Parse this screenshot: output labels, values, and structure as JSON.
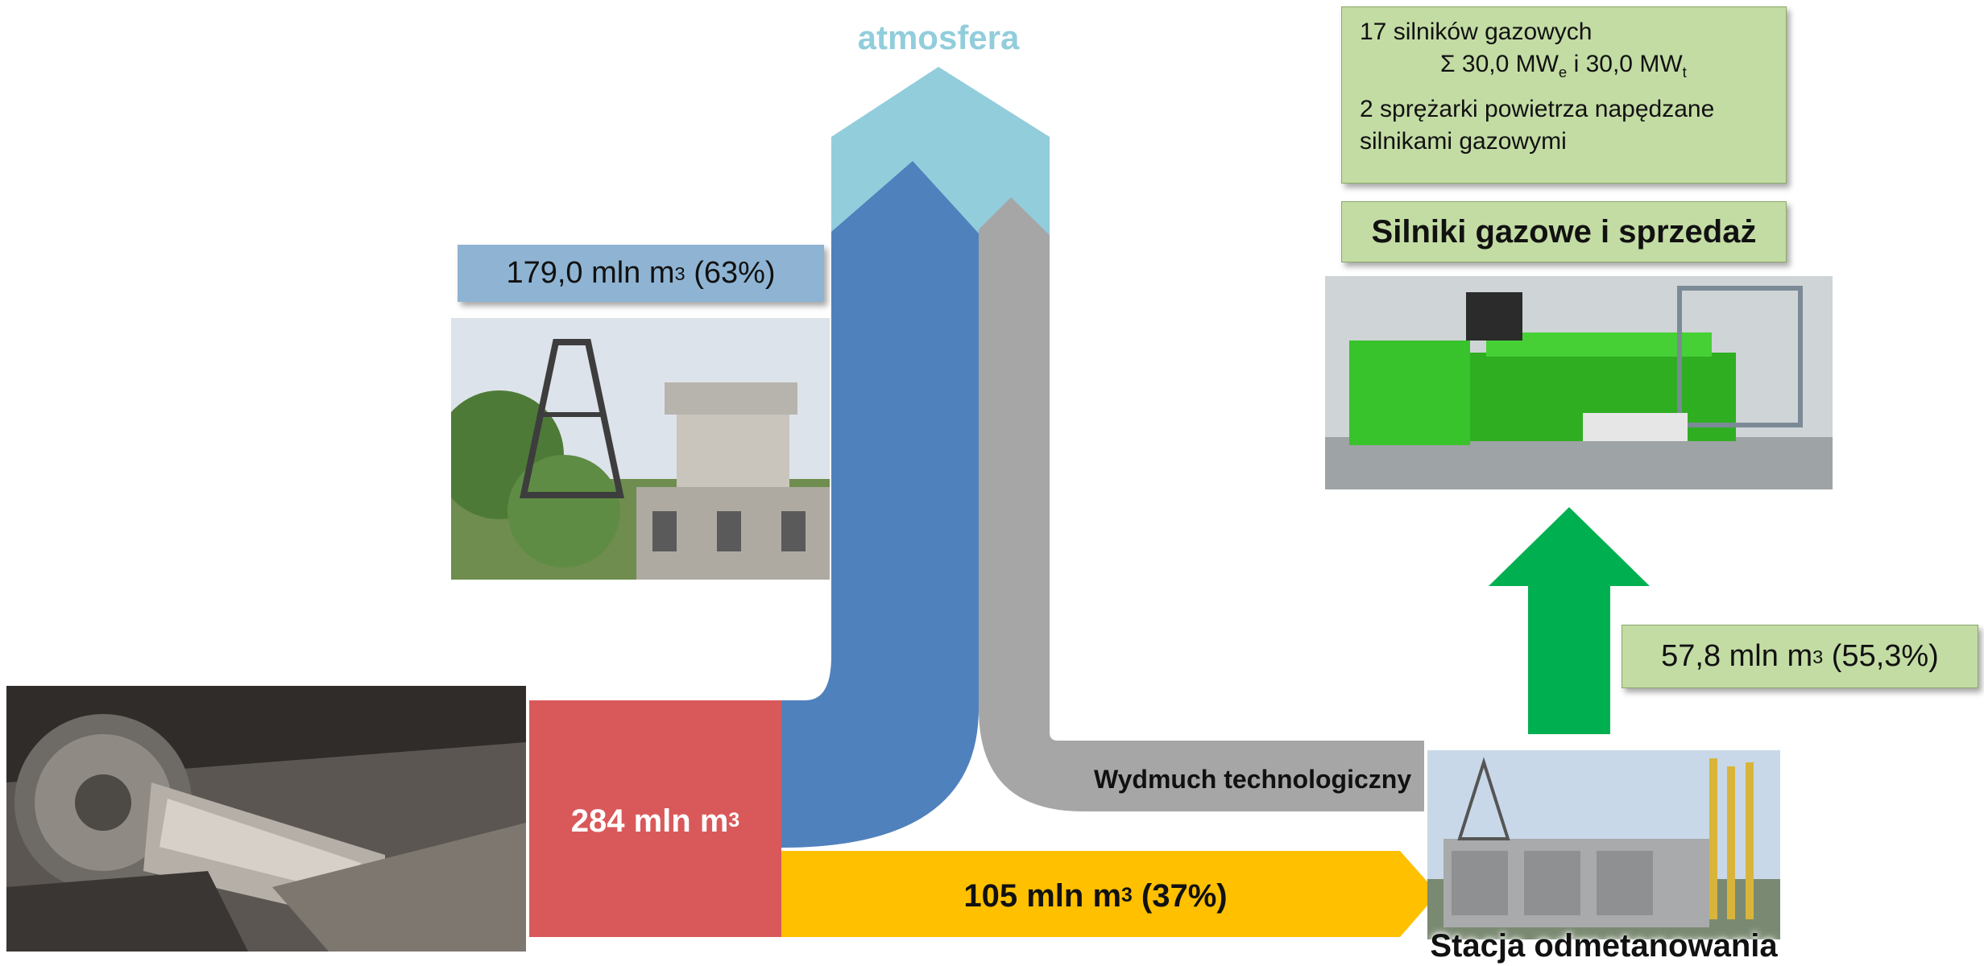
{
  "title": "atmosfera",
  "source": {
    "value": "284 mln m",
    "sup": "3"
  },
  "atmosphere_share": {
    "value": "179,0 mln m",
    "sup": "3",
    "suffix": " (63%)"
  },
  "station_share": {
    "value": "105 mln m",
    "sup": "3",
    "suffix": " (37%)"
  },
  "technological_exhaust": "Wydmuch technologiczny",
  "station_label": "Stacja odmetanowania",
  "engines_share": {
    "value": "57,8 mln m",
    "sup": "3",
    "suffix": " (55,3%)"
  },
  "engines_title": "Silniki gazowe i sprzedaż",
  "info": {
    "line1": "17 silników gazowych",
    "line2_sigma": "Σ 30,0 MW",
    "line2_sub_e": "e",
    "line2_mid": " i 30,0 MW",
    "line2_sub_t": "t",
    "line3": "2 sprężarki powietrza napędzane",
    "line4": "silnikami gazowymi"
  },
  "colors": {
    "source_red": "#d9595a",
    "atmosphere_blue": "#4f81bd",
    "atmosphere_light": "#92cddc",
    "exhaust_gray": "#a6a6a6",
    "station_yellow": "#ffc000",
    "engines_green": "#00b050",
    "label_blue_box": "#8fb4d3",
    "label_green_box": "#c3dca4",
    "title_light_blue": "#92cddc"
  }
}
